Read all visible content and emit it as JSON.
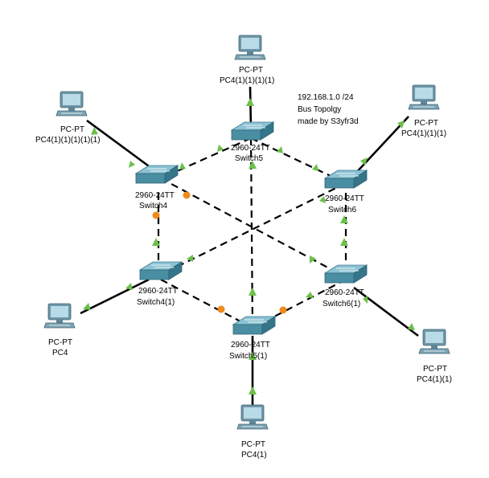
{
  "note": {
    "lines": [
      "192.168.1.0 /24",
      "Bus Topolgy",
      "made by S3yfr3d"
    ]
  },
  "colors": {
    "link_green": "#6cc04a",
    "link_orange": "#f08a1a",
    "switch_top": "#7fb6c7",
    "switch_side": "#3f7f94",
    "pc_screen": "#a8cfe0",
    "pc_body": "#5f8797"
  },
  "switches": [
    {
      "id": "sw5",
      "model": "2960-24TT",
      "name": "Switch5"
    },
    {
      "id": "sw4",
      "model": "2960-24TT",
      "name": "Switch4"
    },
    {
      "id": "sw6",
      "model": "2960-24TT",
      "name": "Switch6"
    },
    {
      "id": "sw41",
      "model": "2960-24TT",
      "name": "Switch4(1)"
    },
    {
      "id": "sw61",
      "model": "2960-24TT",
      "name": "Switch6(1)"
    },
    {
      "id": "sw51",
      "model": "2960-24TT",
      "name": "Switch5(1)"
    }
  ],
  "pcs": [
    {
      "id": "pcTop",
      "type": "PC-PT",
      "name": "PC4(1)(1)(1)(1)"
    },
    {
      "id": "pcTL",
      "type": "PC-PT",
      "name": "PC4(1)(1)(1)(1)(1)"
    },
    {
      "id": "pcTR",
      "type": "PC-PT",
      "name": "PC4(1)(1)(1)"
    },
    {
      "id": "pcBL",
      "type": "PC-PT",
      "name": "PC4"
    },
    {
      "id": "pcBR",
      "type": "PC-PT",
      "name": "PC4(1)(1)"
    },
    {
      "id": "pcBot",
      "type": "PC-PT",
      "name": "PC4(1)"
    }
  ]
}
